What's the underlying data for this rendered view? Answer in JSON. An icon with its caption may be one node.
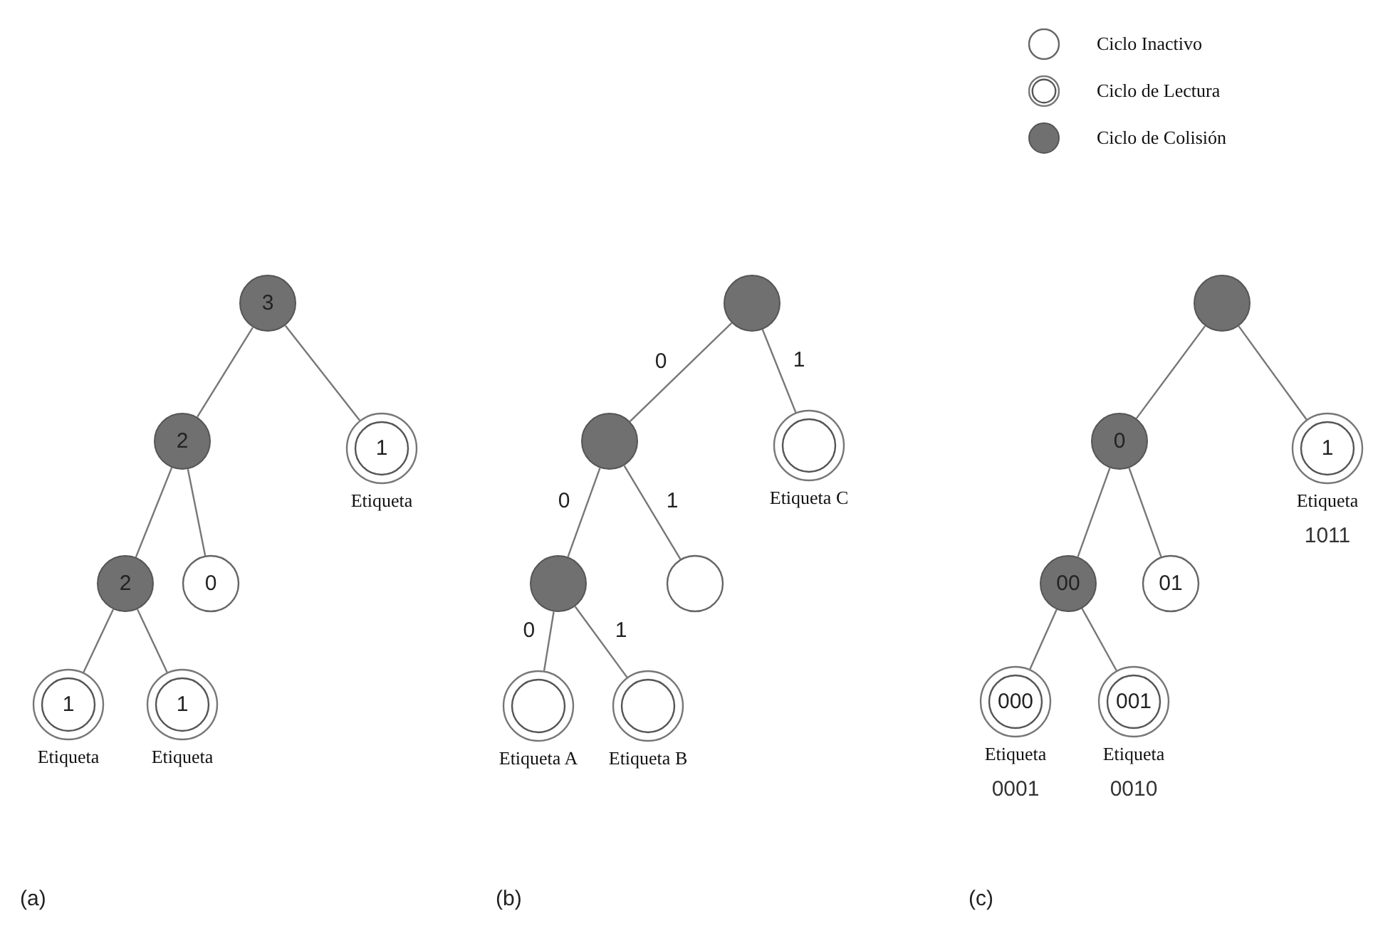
{
  "diagram": {
    "nodes": [
      {
        "text": [
          "3"
        ]
      },
      {
        "text": [
          "2"
        ]
      },
      {
        "text": [
          "1"
        ],
        "beside": [
          "Etiqueta"
        ]
      },
      {
        "text": [
          "2"
        ]
      },
      {
        "text": [
          "0"
        ]
      },
      {
        "text": [
          "1"
        ],
        "beside": [
          "Etiqueta"
        ]
      },
      {
        "text": [
          "1"
        ],
        "beside": [
          "Etiqueta"
        ]
      },
      {
        "text": [],
        "shape": "circle"
      },
      {
        "text": [],
        "shape": "circle"
      },
      {
        "text": [],
        "shape": "circle",
        "beside": [
          "Etiqueta C"
        ]
      },
      {
        "text": [],
        "shape": "circle"
      },
      {
        "text": [],
        "shape": "circle"
      },
      {
        "text": [],
        "shape": "circle",
        "beside": [
          "Etiqueta A"
        ]
      },
      {
        "text": [],
        "shape": "circle",
        "beside": [
          "Etiqueta B"
        ]
      },
      {
        "text": [],
        "shape": "circle"
      },
      {
        "text": [
          "0"
        ]
      },
      {
        "text": [
          "1"
        ],
        "beside": [
          "Etiqueta",
          "1011"
        ]
      },
      {
        "text": [
          "00"
        ]
      },
      {
        "text": [
          "01"
        ]
      },
      {
        "text": [
          "000"
        ],
        "beside": [
          "Etiqueta",
          "0001"
        ]
      },
      {
        "text": [
          "001"
        ],
        "beside": [
          "Etiqueta",
          "0010"
        ]
      }
    ],
    "edges": [
      {
        "from": 0,
        "to": 1,
        "arrow": "none"
      },
      {
        "from": 0,
        "to": 2,
        "arrow": "none"
      },
      {
        "from": 1,
        "to": 3,
        "arrow": "none"
      },
      {
        "from": 1,
        "to": 4,
        "arrow": "none"
      },
      {
        "from": 3,
        "to": 5,
        "arrow": "none"
      },
      {
        "from": 3,
        "to": 6,
        "arrow": "none"
      },
      {
        "from": 7,
        "to": 8,
        "arrow": "none",
        "label": "0"
      },
      {
        "from": 7,
        "to": 9,
        "arrow": "none",
        "label": "1"
      },
      {
        "from": 8,
        "to": 10,
        "arrow": "none",
        "label": "0"
      },
      {
        "from": 8,
        "to": 11,
        "arrow": "none",
        "label": "1"
      },
      {
        "from": 10,
        "to": 12,
        "arrow": "none",
        "label": "0"
      },
      {
        "from": 10,
        "to": 13,
        "arrow": "none",
        "label": "1"
      },
      {
        "from": 14,
        "to": 15,
        "arrow": "none"
      },
      {
        "from": 14,
        "to": 16,
        "arrow": "none"
      },
      {
        "from": 15,
        "to": 17,
        "arrow": "none"
      },
      {
        "from": 15,
        "to": 18,
        "arrow": "none"
      },
      {
        "from": 17,
        "to": 19,
        "arrow": "none"
      },
      {
        "from": 17,
        "to": 20,
        "arrow": "none"
      }
    ],
    "labels": [
      "(a)",
      "(b)",
      "(c)"
    ],
    "legend": [
      {
        "text": "Ciclo Inactivo"
      },
      {
        "text": "Ciclo de Lectura"
      },
      {
        "text": "Ciclo de Colisión",
        "color": "#707070"
      }
    ]
  }
}
